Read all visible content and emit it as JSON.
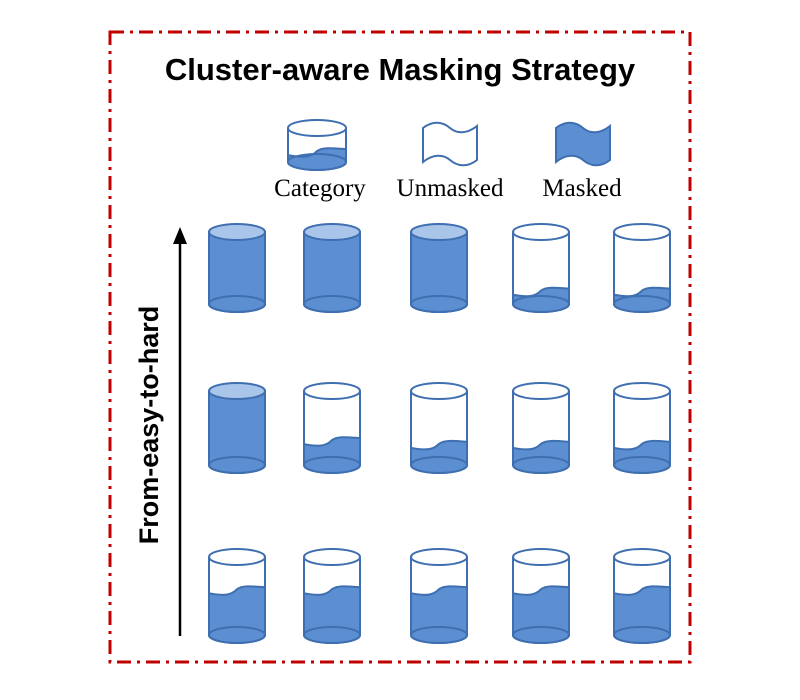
{
  "title": "Cluster-aware Masking Strategy",
  "legend": [
    {
      "icon": "category",
      "label": "Category"
    },
    {
      "icon": "unmasked",
      "label": "Unmasked"
    },
    {
      "icon": "masked",
      "label": "Masked"
    }
  ],
  "axis_label": "From-easy-to-hard",
  "colors": {
    "border": "#c00000",
    "fill": "#5b8fd1",
    "fill_top": "#a9c6ea",
    "stroke": "#3f6fb0"
  },
  "grid": {
    "rows": [
      {
        "fill_levels": [
          1.0,
          1.0,
          1.0,
          0.2,
          0.2
        ]
      },
      {
        "fill_levels": [
          1.0,
          0.35,
          0.3,
          0.3,
          0.3
        ]
      },
      {
        "fill_levels": [
          0.6,
          0.6,
          0.6,
          0.6,
          0.6
        ]
      }
    ]
  }
}
